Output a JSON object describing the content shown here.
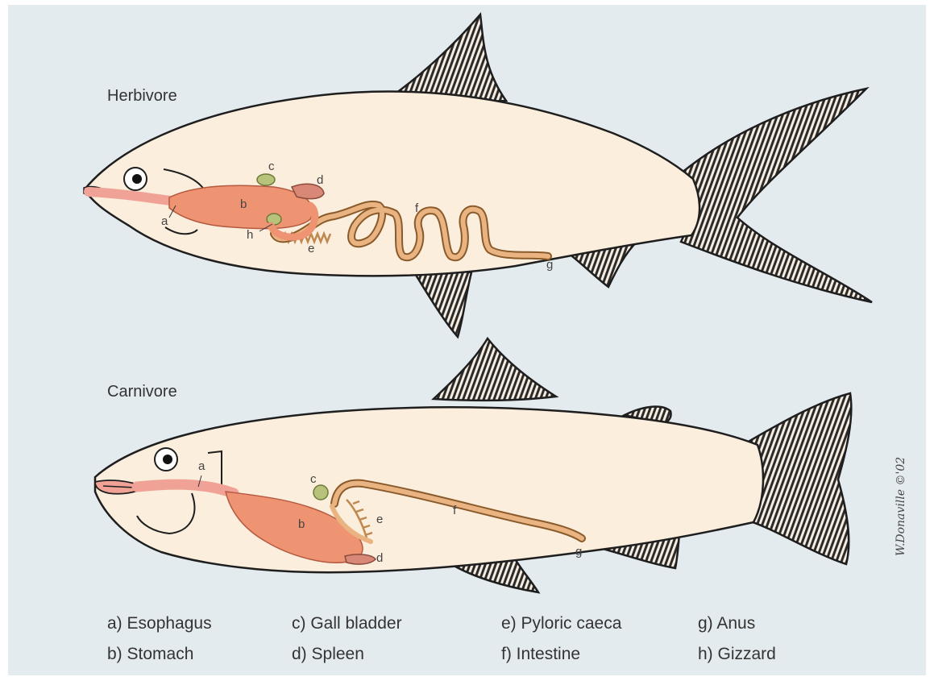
{
  "diagram": {
    "herbivore": {
      "title": "Herbivore",
      "labels": {
        "a": "a",
        "b": "b",
        "c": "c",
        "d": "d",
        "e": "e",
        "f": "f",
        "g": "g",
        "h": "h"
      }
    },
    "carnivore": {
      "title": "Carnivore",
      "labels": {
        "a": "a",
        "b": "b",
        "c": "c",
        "d": "d",
        "e": "e",
        "f": "f",
        "g": "g"
      }
    },
    "legend": [
      "a) Esophagus",
      "b) Stomach",
      "c) Gall bladder",
      "d) Spleen",
      "e) Pyloric caeca",
      "f) Intestine",
      "g) Anus",
      "h) Gizzard"
    ],
    "signature": "W.Donaville ©'02",
    "colors": {
      "background": "#e4ebef",
      "body": "#fbeedd",
      "fin": "#2b2b2b",
      "esophagus": "#f0a296",
      "stomach": "#ee9472",
      "spleen": "#d98878",
      "gall_bladder": "#b7c37a",
      "intestine": "#e9b482",
      "outline": "#1e1e1e"
    }
  }
}
